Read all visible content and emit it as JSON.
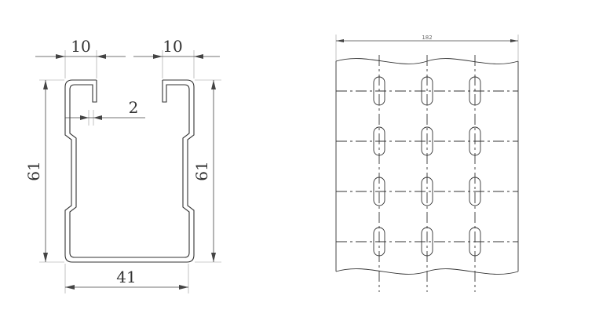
{
  "profile_section": {
    "dimensions": {
      "lip_left": "10",
      "lip_right": "10",
      "wall_thickness": "2",
      "height_left": "61",
      "height_right": "61",
      "width": "41"
    }
  },
  "perforated_face": {
    "dimensions": {
      "width": "182"
    },
    "slot_columns": 3,
    "slot_rows": 4
  },
  "colors": {
    "line": "#333333",
    "dimension": "#444444",
    "background": "#ffffff"
  }
}
